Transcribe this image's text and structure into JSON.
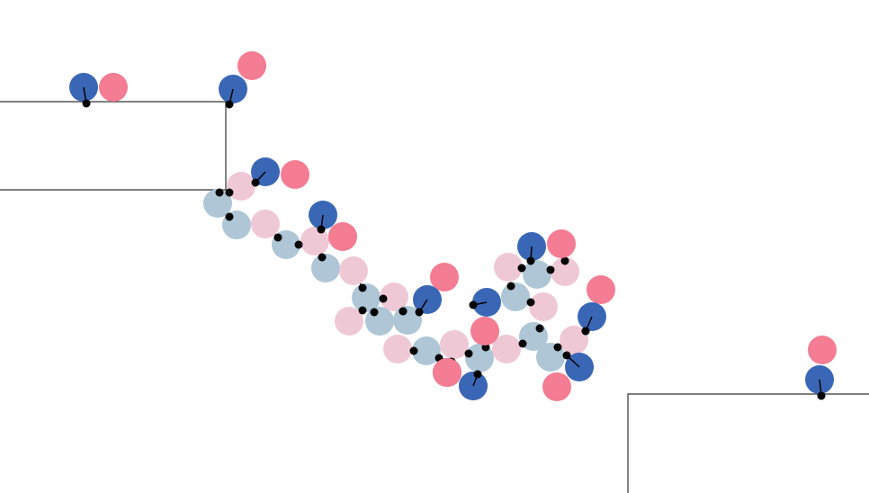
{
  "colors": {
    "background": "#ffffff",
    "terrain_line": "#333333",
    "joint": "#000000",
    "link": "#000000",
    "head_blue": "#3a67b5",
    "head_pink": "#f47c93",
    "body_light_blue": "#aec6d6",
    "body_light_pink": "#efc8d6"
  },
  "scene": {
    "type": "physics-simulation",
    "elements": [
      "terrain",
      "goo-ball-creatures",
      "goo-structure"
    ]
  }
}
